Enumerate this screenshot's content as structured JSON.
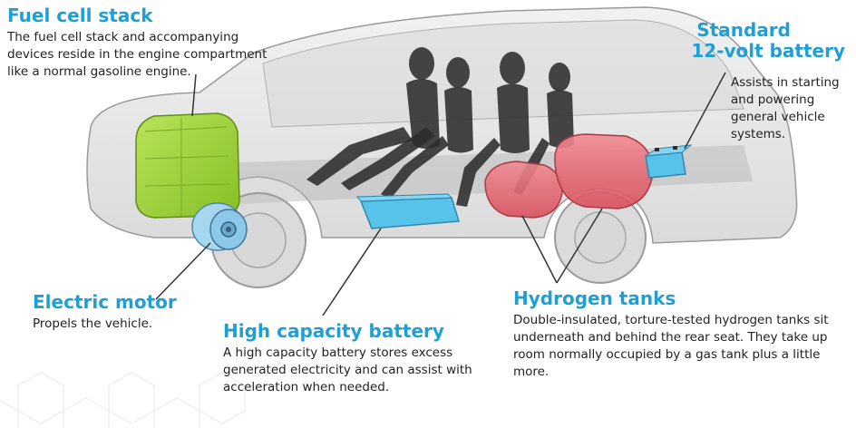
{
  "colors": {
    "heading": "#1e9fd6",
    "text": "#222222",
    "fuel_cell": "#9fd43a",
    "motor": "#8ec8e8",
    "battery": "#58c3ea",
    "hydrogen_tank": "#e96873",
    "car_body": "#c9c9c9",
    "leader_line": "#333333"
  },
  "icons": [
    "car-body-icon",
    "fuel-cell-stack-icon",
    "electric-motor-icon",
    "passenger-mannequin-icon",
    "high-capacity-battery-icon",
    "hydrogen-tank-icon",
    "12-volt-battery-icon"
  ],
  "callouts": {
    "fuel_cell_stack": {
      "title": "Fuel cell stack",
      "description": "The fuel cell stack and accompanying devices reside in the engine compartment like a normal gasoline engine."
    },
    "standard_battery": {
      "title_line1": "Standard",
      "title_line2": "12-volt battery",
      "description": "Assists in starting and powering general vehicle systems."
    },
    "electric_motor": {
      "title": "Electric motor",
      "description": "Propels the vehicle."
    },
    "high_capacity_battery": {
      "title": "High capacity battery",
      "description": "A high capacity battery stores excess generated electricity and can assist with acceleration when needed."
    },
    "hydrogen_tanks": {
      "title": "Hydrogen tanks",
      "description": "Double-insulated, torture-tested hydrogen tanks sit underneath and behind the rear seat. They take up room normally occupied by a gas tank plus a little more."
    }
  }
}
